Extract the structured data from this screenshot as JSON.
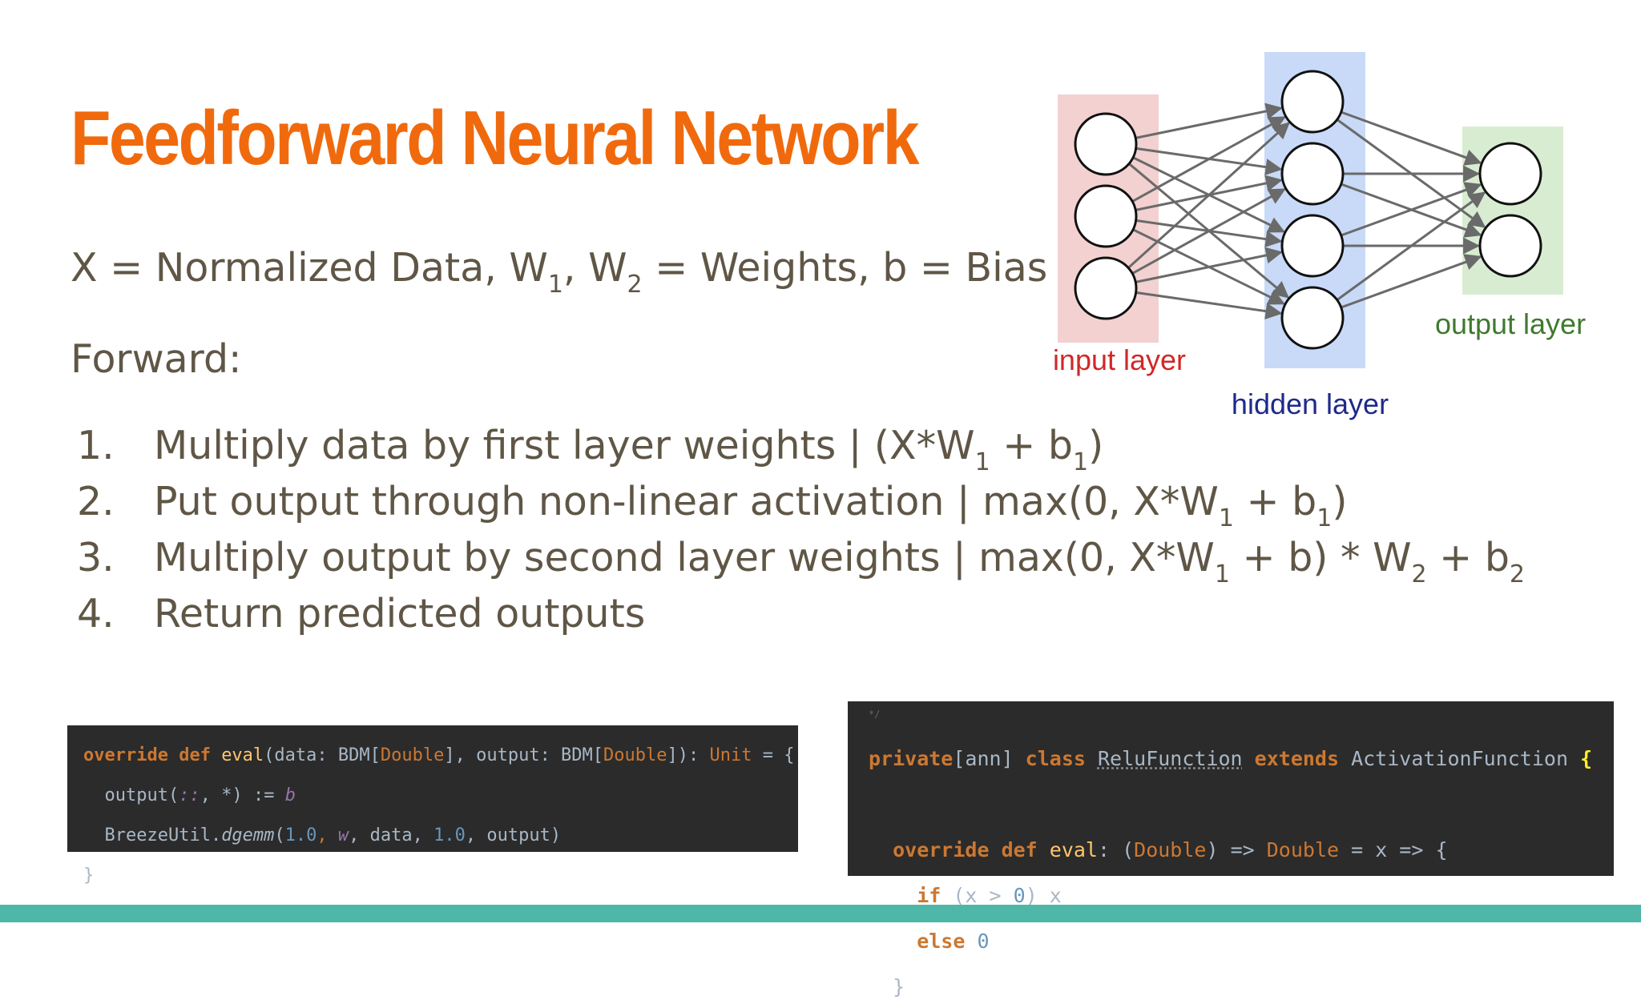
{
  "slide": {
    "title": "Feedforward Neural Network",
    "defs": {
      "x_part": "X = Normalized Data, W",
      "sub_1": "1",
      "comma": ", W",
      "sub_2": "2",
      "rest": " = Weights, b = Bias"
    },
    "forward_label": "Forward:",
    "steps": [
      {
        "num": "1.",
        "text": "Multiply data by first layer weights | (X*W",
        "s1": "1",
        "mid": " + b",
        "s2": "1",
        "end": ")"
      },
      {
        "num": "2.",
        "text": "Put output through non-linear activation | max(0, X*W",
        "s1": "1",
        "mid": " + b",
        "s2": "1",
        "end": ")"
      },
      {
        "num": "3.",
        "text": "Multiply output by second layer weights | max(0, X*W",
        "s1": "1",
        "mid": " + b) * W",
        "s2": "2",
        "mid2": " + b",
        "s3": "2"
      },
      {
        "num": "4.",
        "text": "Return predicted outputs"
      }
    ]
  },
  "diagram": {
    "layers": [
      {
        "label": "input layer",
        "nodes": 3,
        "band_color": "#f3d1d1",
        "label_color": "#d02828"
      },
      {
        "label": "hidden layer",
        "nodes": 4,
        "band_color": "#c8daf7",
        "label_color": "#1e2a8a"
      },
      {
        "label": "output layer",
        "nodes": 2,
        "band_color": "#d8ecd2",
        "label_color": "#3f7a2e"
      }
    ],
    "edge_color": "#6a6a6a"
  },
  "code_left": {
    "l1_kw": "override def ",
    "l1_fn": "eval",
    "l1_a": "(data: BDM[",
    "l1_t1": "Double",
    "l1_b": "], output: BDM[",
    "l1_t2": "Double",
    "l1_c": "]): ",
    "l1_t3": "Unit",
    "l1_d": " = {",
    "l2_a": "  output(",
    "l2_it": "::",
    "l2_b": ", *) := ",
    "l2_it2": "b",
    "l3_a": "  BreezeUtil.",
    "l3_it": "dgemm",
    "l3_b": "(",
    "l3_n1": "1.0",
    "l3_c": ", ",
    "l3_it2": "w",
    "l3_d": ", data, ",
    "l3_n2": "1.0",
    "l3_e": ", output)",
    "l4": "}"
  },
  "code_right": {
    "l0": "*/",
    "l1_kw": "private",
    "l1_a": "[ann] ",
    "l1_kw2": "class ",
    "l1_cls": "ReluFunction",
    "l1_kw3": " extends ",
    "l1_b": "ActivationFunction ",
    "l1_brace": "{",
    "l3_kw": "  override def ",
    "l3_fn": "eval",
    "l3_a": ": (",
    "l3_t1": "Double",
    "l3_b": ") => ",
    "l3_t2": "Double",
    "l3_c": " = x => {",
    "l4_kw": "    if ",
    "l4_a": "(x > ",
    "l4_n": "0",
    "l4_b": ") x",
    "l5_kw": "    else ",
    "l5_n": "0",
    "l6": "  }"
  }
}
